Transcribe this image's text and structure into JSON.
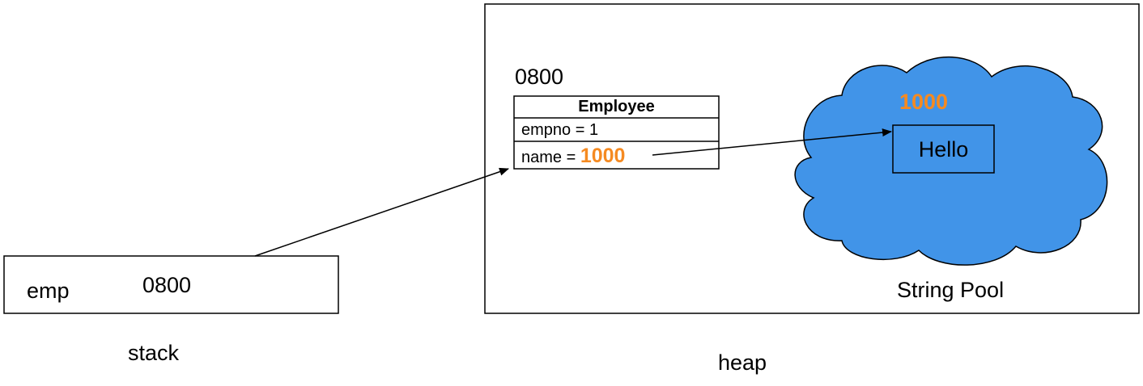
{
  "stack": {
    "variable_name": "emp",
    "variable_value": "0800",
    "caption": "stack"
  },
  "heap": {
    "caption": "heap",
    "object_address": "0800",
    "object": {
      "class_name": "Employee",
      "field1": "empno = 1",
      "field2_prefix": "name = ",
      "field2_ref": "1000"
    },
    "string_pool": {
      "label": "String Pool",
      "address": "1000",
      "value": "Hello"
    }
  },
  "colors": {
    "cloud_fill": "#4194e8",
    "reference_highlight": "#f58a21",
    "stroke": "#000000"
  }
}
